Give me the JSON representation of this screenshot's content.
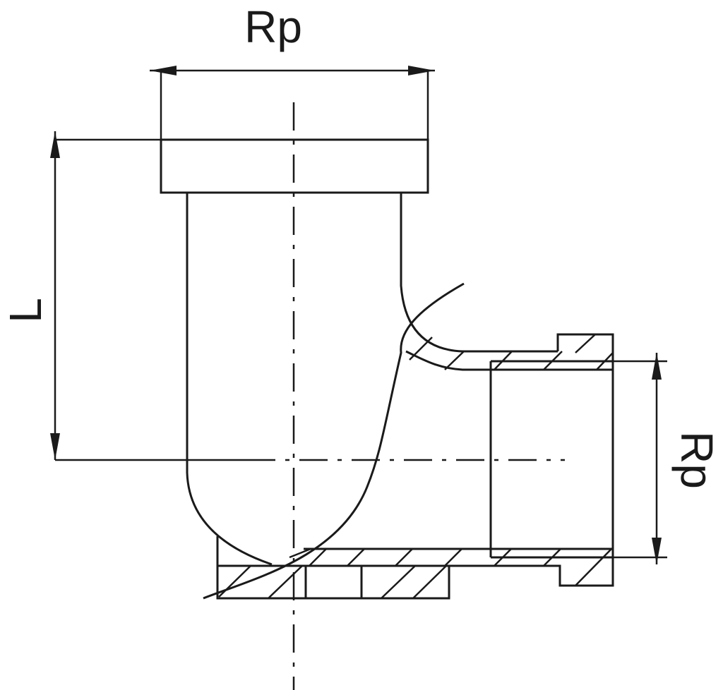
{
  "dimensions": {
    "top_label": "Rp",
    "left_label": "L",
    "right_label": "Rp"
  },
  "colors": {
    "line": "#1a1a1a",
    "background": "#ffffff"
  }
}
